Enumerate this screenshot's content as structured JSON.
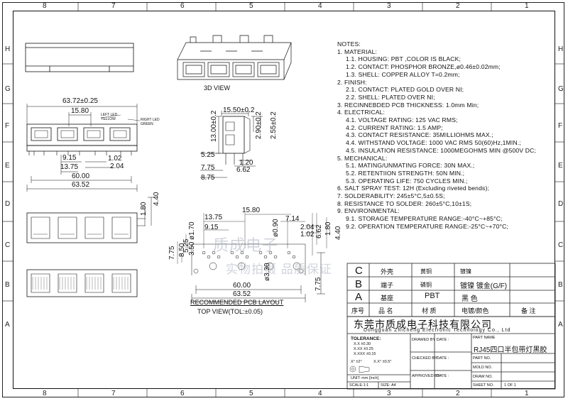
{
  "frame": {
    "top_zones": [
      "8",
      "7",
      "6",
      "5",
      "4",
      "3",
      "2",
      "1"
    ],
    "bottom_zones": [
      "8",
      "7",
      "6",
      "5",
      "4",
      "3",
      "2",
      "1"
    ],
    "side_zones": [
      "H",
      "G",
      "F",
      "E",
      "D",
      "C",
      "B",
      "A"
    ]
  },
  "views": {
    "view_3d_label": "3D VIEW",
    "pcb_layout_label": "RECOMMENDED PCB LAYOUT",
    "top_view_label": "TOP VIEW(TOL:±0.05)"
  },
  "dims_front": {
    "overall": "63.72±0.25",
    "pitch": "15.80",
    "left_led": "LEFT LED",
    "left_led_color": "YELLOW",
    "right_led": "RIGHT LED",
    "right_led_color": "GREEN",
    "d915": "9.15",
    "d1375": "13.75",
    "d102": "1.02",
    "d204": "2.04",
    "d6000": "60.00",
    "d6352": "63.52"
  },
  "dims_side": {
    "d1550": "15.50±0.2",
    "d1300": "13.00±0.2",
    "d290": "2.90±0.2",
    "d255": "2.55±0.2",
    "d525": "5.25",
    "d120": "1.20",
    "d775": "7.75",
    "d662": "6.62",
    "d875": "8.75"
  },
  "dims_plan": {
    "d180": "1.80",
    "d440": "4.40"
  },
  "dims_pcb": {
    "d1375": "13.75",
    "d1580": "15.80",
    "d714": "7.14",
    "d915": "9.15",
    "d204": "2.04",
    "d102": "1.02",
    "d662": "6.62",
    "d180": "1.80",
    "d440": "4.40",
    "d170": "ø1.70",
    "d090": "ø0.90",
    "d330": "ø3.30",
    "d850": "8.50",
    "d775a": "7.75",
    "d525": "5.25",
    "d350": "3.50",
    "d775b": "7.75",
    "d6000": "60.00",
    "d6352": "63.52"
  },
  "notes": {
    "heading": "NOTES:",
    "lines": [
      {
        "t": "1. MATERIAL:",
        "ind": 0
      },
      {
        "t": "1.1. HOUSING: PBT ,COLOR IS BLACK;",
        "ind": 1
      },
      {
        "t": "1.2. CONTACT: PHOSPHOR BRONZE,ø0.46±0.02mm;",
        "ind": 1
      },
      {
        "t": "1.3. SHELL: COPPER ALLOY T=0.2mm;",
        "ind": 1
      },
      {
        "t": "2. FINISH:",
        "ind": 0
      },
      {
        "t": "2.1. CONTACT: PLATED GOLD OVER NI;",
        "ind": 1
      },
      {
        "t": "2.2. SHELL: PLATED OVER NI;",
        "ind": 1
      },
      {
        "t": "3. RECINNEBDED PCB THICKNESS: 1.0mm Min;",
        "ind": 0
      },
      {
        "t": "4. ELECTRICAL:",
        "ind": 0
      },
      {
        "t": "4.1. VOLTAGE RATING: 125 VAC RMS;",
        "ind": 1
      },
      {
        "t": "4.2. CURRENT RATING: 1.5 AMP;",
        "ind": 1
      },
      {
        "t": "4.3. CONTACT RESISTANCE: 35MILLIOHMS MAX.;",
        "ind": 1
      },
      {
        "t": "4.4. WITHSTAND VOLTAGE: 1000 VAC RMS 50(60)Hz,1MIN.;",
        "ind": 1
      },
      {
        "t": "4.5. INSULATION RESISTANCE: 1000MEGOHMS MIN @500V DC;",
        "ind": 1
      },
      {
        "t": "5. MECHANICAL:",
        "ind": 0
      },
      {
        "t": "5.1. MATING/UNMATING FORCE: 30N MAX.;",
        "ind": 1
      },
      {
        "t": "5.2. RETENTIION STRENGTH: 50N MIN.;",
        "ind": 1
      },
      {
        "t": "5.3. OPERATING LIFE: 750 CYCLES MIN.;",
        "ind": 1
      },
      {
        "t": "6. SALT SPRAY TEST: 12H (Excluding riveted bends);",
        "ind": 0
      },
      {
        "t": "7. SOLDERABILITY: 245±5°C,5±0.5S;",
        "ind": 0
      },
      {
        "t": "8. RESISTANCE TO SOLDER: 260±5°C,10±1S;",
        "ind": 0
      },
      {
        "t": "9. ENVIRONMENTAL:",
        "ind": 0
      },
      {
        "t": "9.1. STORAGE TEMPERATURE RANGE:-40°C~+85°C;",
        "ind": 1
      },
      {
        "t": "9.2. OPERATION TEMPERATURE RANGE:-25°C~+70°C;",
        "ind": 1
      }
    ]
  },
  "bom": {
    "rows": [
      {
        "id": "C",
        "name": "外壳",
        "material": "黄铜",
        "plating": "镀镍"
      },
      {
        "id": "B",
        "name": "端子",
        "material": "磷铜",
        "plating": "镀镍  镀金(G/F)"
      },
      {
        "id": "A",
        "name": "基座",
        "material": "PBT",
        "plating": "黑  色"
      }
    ],
    "header": {
      "no": "序号",
      "name": "品  名",
      "material": "材  质",
      "plating": "电镀/颜色",
      "remark": "备  注"
    }
  },
  "title_block": {
    "company_cn": "东莞市质成电子科技有限公司",
    "company_en": "Dongguan Zhicheng Electronic Technology Co., Ltd",
    "tolerance_label": "TOLERANCE:",
    "tol_x": "X.X    ±0.30",
    "tol_xx": "X.XX   ±0.25",
    "tol_xxx": "X.XXX  ±0.15",
    "tol_angle_a": "X°  ±2°",
    "tol_angle_b": "X.X° ±0.5°",
    "unit": "UNIT: mm [inch]",
    "scale": "SCALE:1:1",
    "size": "SIZE: A4",
    "drawed_by": "DRAWED BY :",
    "checked_by": "CHECKED BY:",
    "approved_by": "APPROVED BY:",
    "date": "DATE :",
    "part_name_label": "PART NAME",
    "part_name": "RJ45四口半包带灯黑胶",
    "part_no_label": "PART NO.",
    "mold_no_label": "MOLD NO.",
    "draw_no_label": "DRAW NO.",
    "sheet_no_label": "SHEET NO.",
    "sheet_no": "1 OF 1"
  },
  "watermark": {
    "line1": "质成电子",
    "line2": "实物拍摄 品质保证"
  }
}
